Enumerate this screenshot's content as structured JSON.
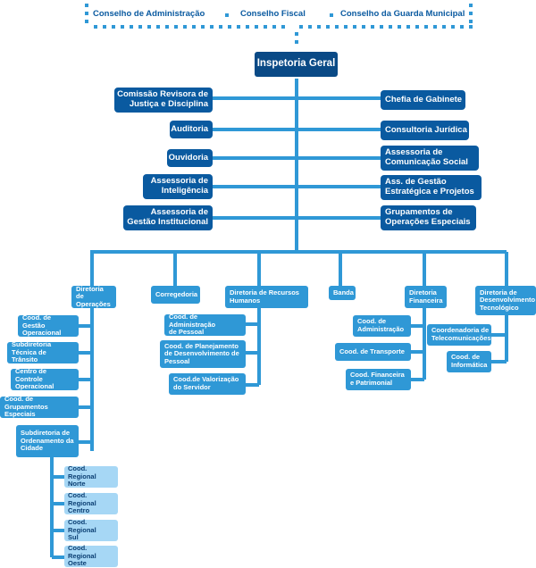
{
  "top": {
    "conselho_adm": "Conselho de Administração",
    "conselho_fiscal": "Conselho Fiscal",
    "conselho_guarda": "Conselho da Guarda Municipal"
  },
  "root": "Inspetoria Geral",
  "staff_left": [
    "Comissão Revisora de\nJustiça e Disciplina",
    "Auditoria",
    "Ouvidoria",
    "Assessoria de\nInteligência",
    "Assessoria de\nGestão Institucional"
  ],
  "staff_right": [
    "Chefia de Gabinete",
    "Consultoria Jurídica",
    "Assessoria de\nComunicação Social",
    "Ass. de Gestão\nEstratégica e Projetos",
    "Grupamentos de\nOperações Especiais"
  ],
  "directorates": {
    "operacoes": "Diretoria de\nOperações",
    "corregedoria": "Corregedoria",
    "rh": "Diretoria de Recursos\nHumanos",
    "banda": "Banda",
    "financeira": "Diretoria\nFinanceira",
    "tecnologico": "Diretoria de\nDesenvolvimento\nTecnológico"
  },
  "operacoes_units": [
    "Cood. de Gestão\nOperacional",
    "Subdiretoria Técnica de\nTrânsito",
    "Centro de Controle\nOperacional",
    "Cood. de Grupamentos\nEspeciais",
    "Subdiretoria de\nOrdenamento da\nCidade"
  ],
  "regionais": [
    "Cood. Regional\nNorte",
    "Cood. Regional\nCentro",
    "Cood. Regional\nSul",
    "Cood. Regional\nOeste"
  ],
  "rh_units": [
    "Cood. de Administração\nde Pessoal",
    "Cood. de Planejamento\nde Desenvolvimento de\nPessoal",
    "Cood.de Valorização\ndo Servidor"
  ],
  "financeira_units": [
    "Cood. de\nAdministração",
    "Cood. de Transporte",
    "Cood. Financeira\ne Patrimonial"
  ],
  "tecnologico_units": [
    "Coordenadoria de\nTelecomunicações",
    "Cood. de\nInformática"
  ]
}
